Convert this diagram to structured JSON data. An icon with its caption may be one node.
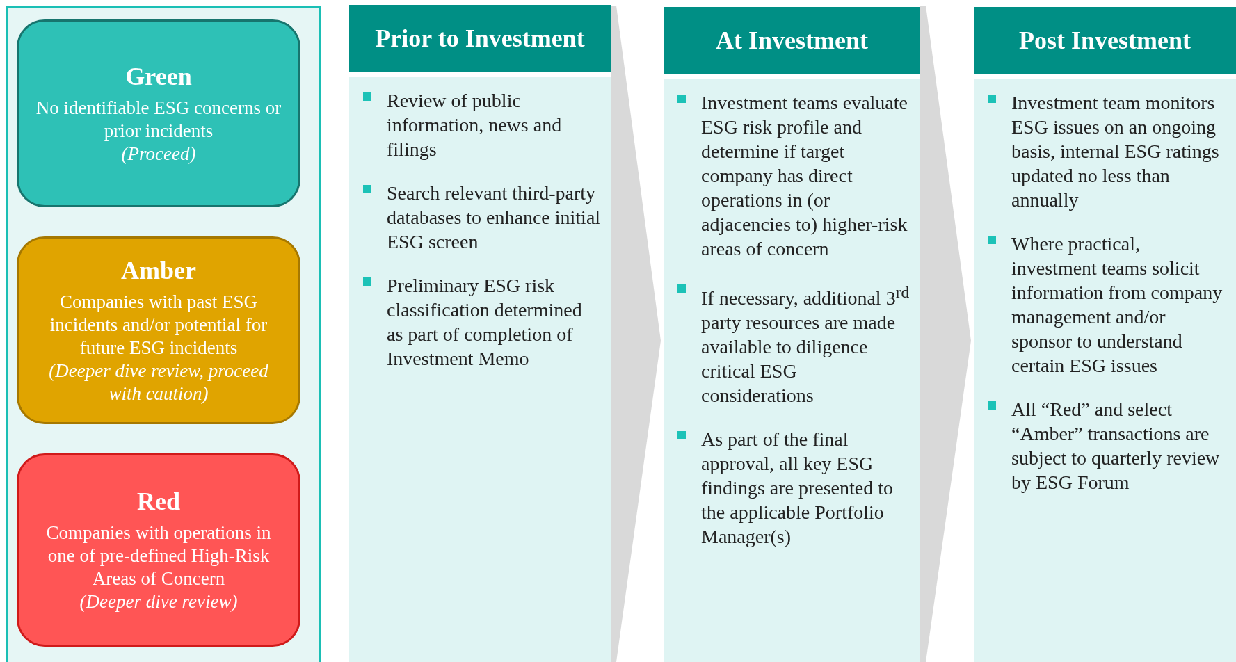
{
  "diagram": {
    "nodes": [
      {
        "text": [],
        "shape": "box"
      },
      {
        "text": [
          "Green",
          "No identifiable ESG concerns or prior incidents",
          "(Proceed)"
        ],
        "in": 0
      },
      {
        "text": [
          "Amber",
          "Companies with past ESG incidents and/or potential for future ESG incidents",
          "(Deeper dive review, proceed with caution)"
        ],
        "in": 0
      },
      {
        "text": [
          "Red",
          "Companies with operations in one of pre-defined High-Risk Areas of Concern",
          "(Deeper dive review)"
        ],
        "in": 0
      },
      {
        "text": [
          "Prior to Investment",
          "Review of public information, news and filings",
          "Search relevant third-party databases to enhance initial ESG screen",
          "Preliminary ESG risk classification determined as part of completion of Investment Memo"
        ]
      },
      {
        "text": [
          "At Investment",
          "Investment teams evaluate ESG risk profile and determine if target company has direct operations in (or adjacencies to) higher-risk areas of concern",
          "If necessary, additional 3$^{rd}$ party resources are made available to diligence critical ESG considerations",
          "As part of the final approval, all key ESG findings are presented to the applicable Portfolio Manager(s)"
        ]
      },
      {
        "text": [
          "Post Investment",
          "Investment team monitors ESG issues on an ongoing basis, internal ESG ratings updated no less than annually",
          "Where practical, investment teams solicit information from company management and/or sponsor to understand certain ESG issues",
          "All “Red” and select “Amber” transactions are subject to quarterly review by ESG Forum"
        ]
      }
    ],
    "edges": [
      {
        "from": 4,
        "to": 5,
        "arrow": "to"
      },
      {
        "from": 5,
        "to": 6,
        "arrow": "to"
      }
    ]
  }
}
